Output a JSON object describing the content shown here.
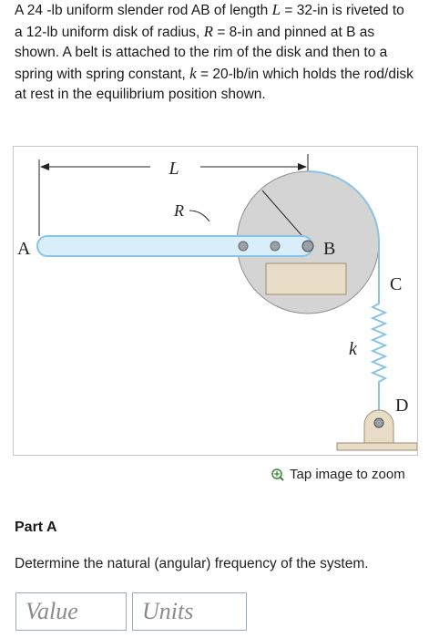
{
  "problem": {
    "p1": "A 24 -lb uniform slender rod AB of length ",
    "L_sym": "L",
    "p2": " = 32-in is riveted to a 12-lb uniform disk of radius, ",
    "R_sym": "R",
    "p3": " = 8-in and pinned at B as shown. A belt is attached to the rim of the disk and then to a spring with spring constant, ",
    "k_sym": "k",
    "p4": " = 20-lb/in which holds the rod/disk at rest in the equilibrium position shown."
  },
  "figure": {
    "label_L": "L",
    "label_R": "R",
    "label_A": "A",
    "label_B": "B",
    "label_C": "C",
    "label_k": "k",
    "label_D": "D"
  },
  "zoom": {
    "label": "Tap image to zoom",
    "icon": "zoom-in-icon"
  },
  "part": {
    "title": "Part A",
    "question": "Determine the natural (angular) frequency of the system."
  },
  "answer": {
    "value_placeholder": "Value",
    "units_placeholder": "Units"
  }
}
